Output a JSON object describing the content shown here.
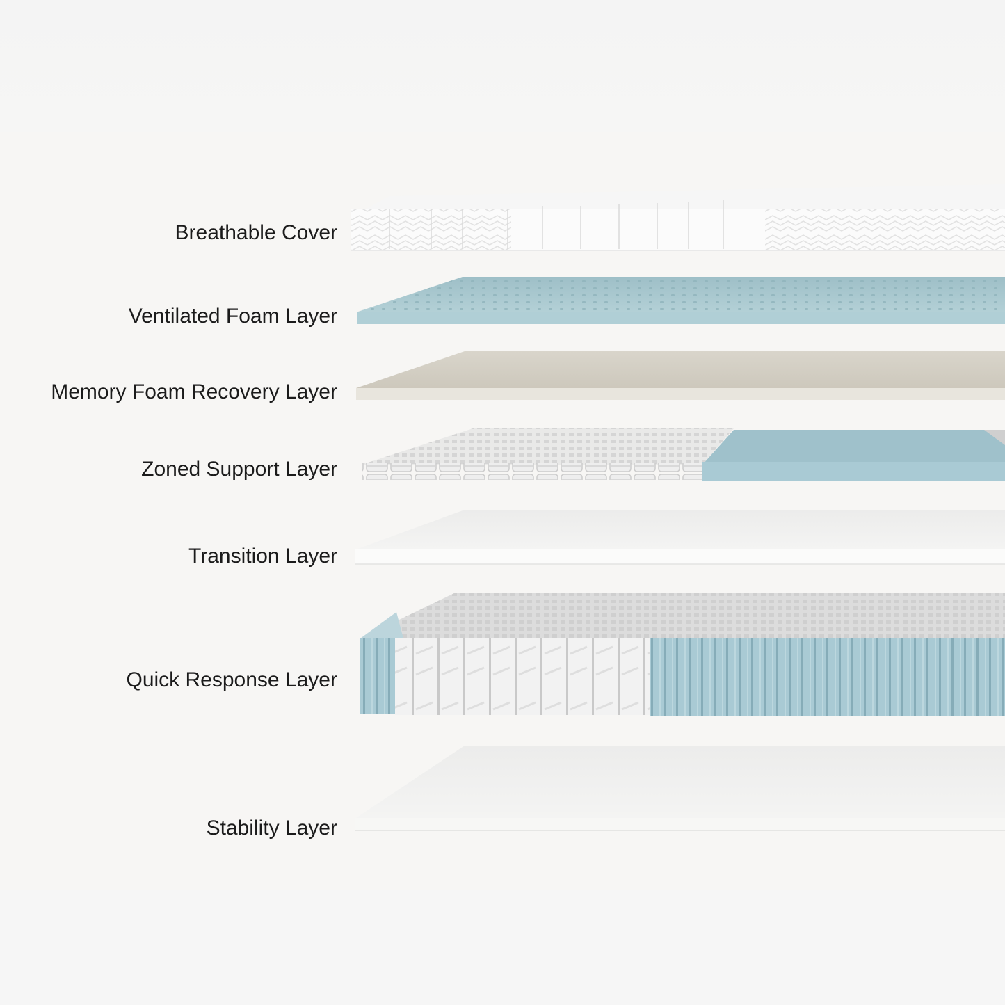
{
  "layers": [
    {
      "label": "Breathable Cover"
    },
    {
      "label": "Ventilated Foam Layer"
    },
    {
      "label": "Memory Foam Recovery Layer"
    },
    {
      "label": "Zoned Support Layer"
    },
    {
      "label": "Transition Layer"
    },
    {
      "label": "Quick Response Layer"
    },
    {
      "label": "Stability Layer"
    }
  ],
  "colors": {
    "background": "#f7f6f4",
    "cover": "#fafafa",
    "ventilated_foam": "#a9c8cf",
    "memory_foam": "#d8d4ca",
    "coil_grey": "#d9d9d9",
    "coil_blue": "#a7c8d2",
    "transition": "#f1f0ee",
    "stability": "#eeedeb",
    "label_text": "#1b1b1b"
  }
}
